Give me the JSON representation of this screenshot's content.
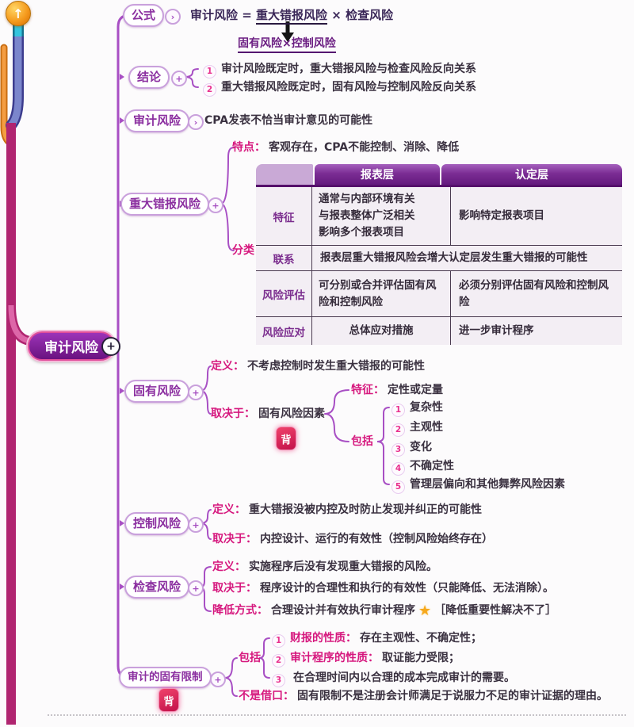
{
  "colors": {
    "accent_purple": "#8B2FA0",
    "branch_line": "#A84FC4",
    "label_magenta": "#D6187E",
    "table_header_purple": "#7B2D94",
    "stamp_red": "#C2114A",
    "star_orange": "#F6A81C",
    "central_bg": "#7B1FA2"
  },
  "icons": {
    "top_arrow": "↑",
    "expander_plus": "+",
    "expander_arrow": "›",
    "star": "★",
    "stamp": "背"
  },
  "central": {
    "label": "审计风险"
  },
  "formula": {
    "node_label": "公式",
    "lhs": "审计风险 =",
    "underlined": "重大错报风险",
    "rhs": "× 检查风险",
    "expansion": "固有风险×控制风险"
  },
  "conclusion": {
    "node_label": "结论",
    "items": [
      {
        "num": "1",
        "text": "审计风险既定时，重大错报风险与检查风险反向关系"
      },
      {
        "num": "2",
        "text": "重大错报风险既定时，固有风险与控制风险反向关系"
      }
    ]
  },
  "audit_risk": {
    "node_label": "审计风险",
    "definition": "CPA发表不恰当审计意见的可能性"
  },
  "material_misstatement": {
    "node_label": "重大错报风险",
    "feature_label": "特点：",
    "feature": "客观存在，CPA不能控制、消除、降低",
    "classify_label": "分类",
    "table": {
      "col_headers": [
        "报表层",
        "认定层"
      ],
      "rows": {
        "trait": {
          "label": "特征",
          "statement_lines": [
            "通常与内部环境有关",
            "与报表整体广泛相关",
            "影响多个报表项目"
          ],
          "assertion": "影响特定报表项目"
        },
        "relation": {
          "label": "联系",
          "text": "报表层重大错报风险会增大认定层发生重大错报的可能性"
        },
        "assess": {
          "label": "风险评估",
          "statement": "可分别或合并评估固有风险和控制风险",
          "assertion": "必须分别评估固有风险和控制风险"
        },
        "respond": {
          "label": "风险应对",
          "statement": "总体应对措施",
          "assertion": "进一步审计程序"
        }
      }
    }
  },
  "inherent_risk": {
    "node_label": "固有风险",
    "def_label": "定义：",
    "definition": "不考虑控制时发生重大错报的可能性",
    "dep_label": "取决于：",
    "dependency": "固有风险因素",
    "trait_label": "特征：",
    "trait": "定性或定量",
    "include_label": "包括",
    "factors": [
      {
        "num": "1",
        "text": "复杂性"
      },
      {
        "num": "2",
        "text": "主观性"
      },
      {
        "num": "3",
        "text": "变化"
      },
      {
        "num": "4",
        "text": "不确定性"
      },
      {
        "num": "5",
        "text": "管理层偏向和其他舞弊风险因素"
      }
    ]
  },
  "control_risk": {
    "node_label": "控制风险",
    "def_label": "定义：",
    "definition": "重大错报没被内控及时防止发现并纠正的可能性",
    "dep_label": "取决于：",
    "dependency": "内控设计、运行的有效性（控制风险始终存在）"
  },
  "detection_risk": {
    "node_label": "检查风险",
    "def_label": "定义：",
    "definition": "实施程序后没有发现重大错报的风险。",
    "dep_label": "取决于：",
    "dependency": "程序设计的合理性和执行的有效性（只能降低、无法消除）。",
    "reduce_label": "降低方式：",
    "reduce": "合理设计并有效执行审计程序",
    "reduce_note": "［降低重要性解决不了］"
  },
  "inherent_limitation": {
    "node_label": "审计的固有限制",
    "include_label": "包括",
    "items": [
      {
        "num": "1",
        "label": "财报的性质：",
        "text": "存在主观性、不确定性；"
      },
      {
        "num": "2",
        "label": "审计程序的性质：",
        "text": "取证能力受限；"
      },
      {
        "num": "3",
        "label": "",
        "text": "在合理时间内以合理的成本完成审计的需要。"
      }
    ],
    "excuse_label": "不是借口：",
    "excuse": "固有限制不是注册会计师满足于说服力不足的审计证据的理由。"
  }
}
